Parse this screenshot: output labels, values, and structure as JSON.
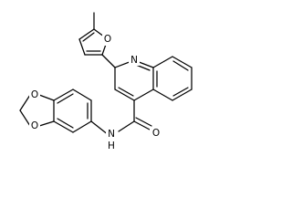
{
  "molecule": {
    "atoms": {
      "o_furan": "O",
      "n_quinoline": "N",
      "o_carbonyl": "O",
      "n_amide": "N",
      "h_amide": "H",
      "o_dioxole_top": "O",
      "o_dioxole_bottom": "O"
    }
  }
}
